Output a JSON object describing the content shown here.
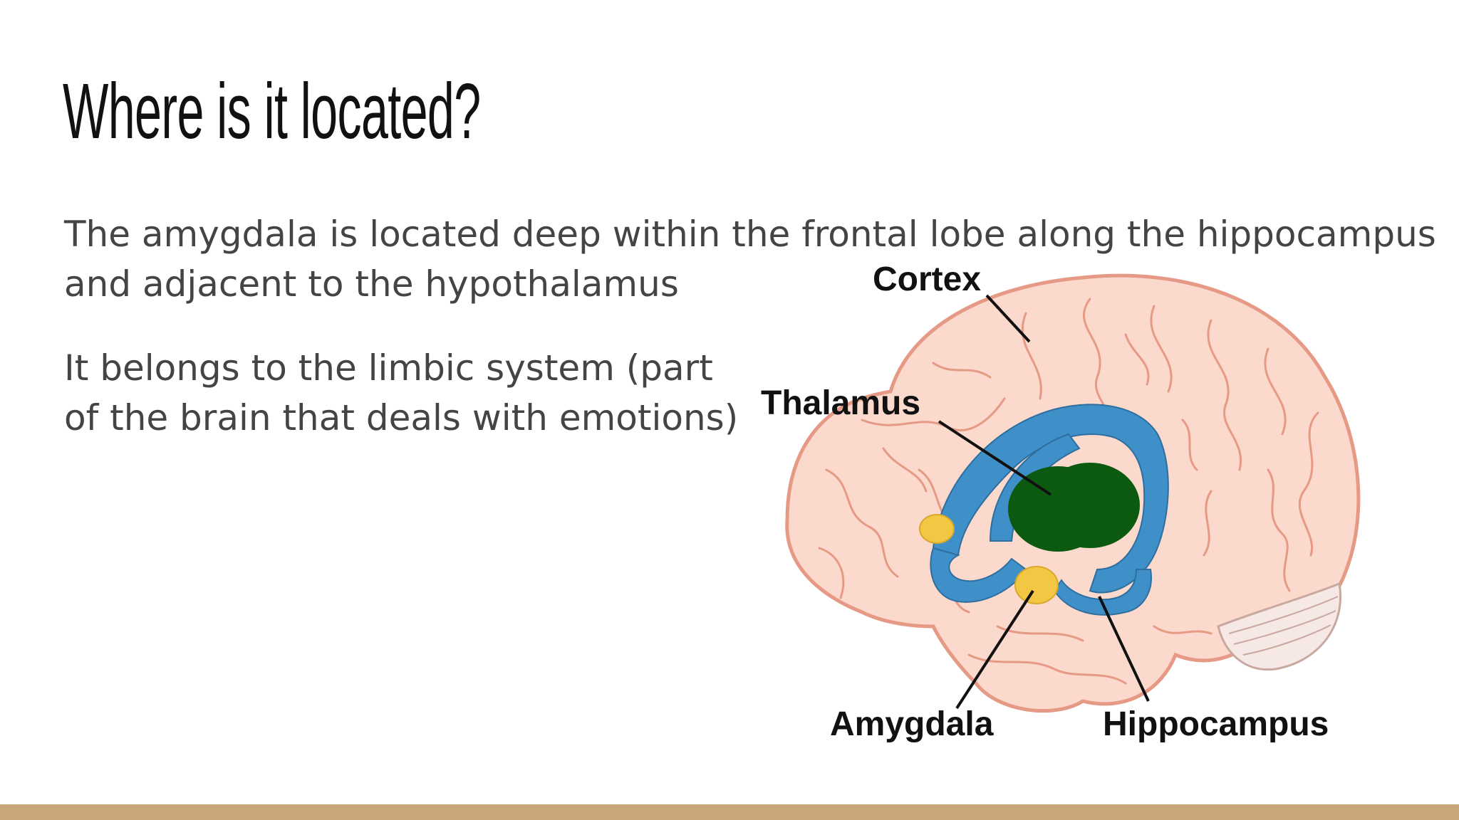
{
  "slide": {
    "title": "Where is it located?",
    "paragraph_1": "The amygdala is located deep within the frontal lobe along the hippocampus and adjacent to the hypothalamus",
    "paragraph_2": "It belongs to the limbic system (part of the brain that deals with emotions)"
  },
  "diagram": {
    "labels": {
      "cortex": "Cortex",
      "thalamus": "Thalamus",
      "amygdala": "Amygdala",
      "hippocampus": "Hippocampus"
    }
  },
  "colors": {
    "accent_bar": "#c9a57a",
    "brain_fill": "#fbd9cc",
    "brain_outline": "#e69a86",
    "limbic_blue": "#3f8fc8",
    "thalamus_green": "#0c5a10",
    "amygdala_yellow": "#f2c744"
  }
}
